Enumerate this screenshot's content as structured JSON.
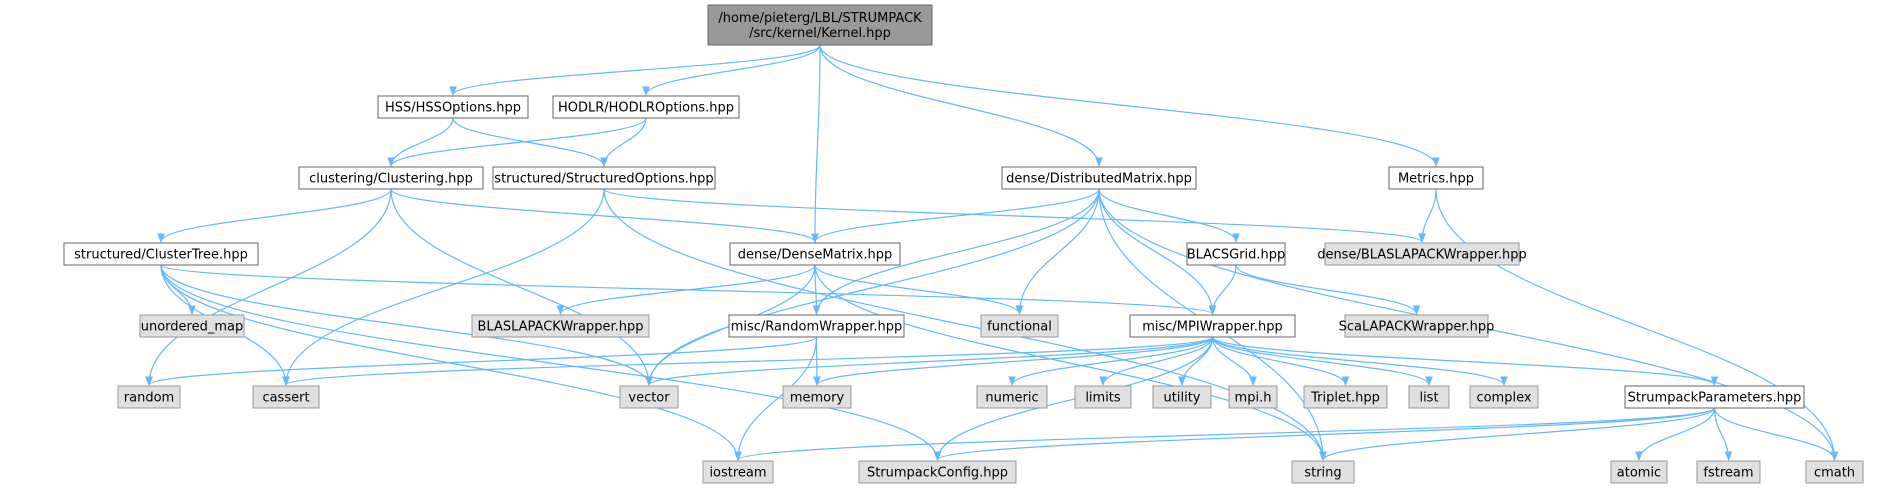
{
  "colors": {
    "edge": "#63b8ff",
    "root_fill": "#999999",
    "root_border": "#666666",
    "documented_fill": "#ffffff",
    "documented_border": "#666666",
    "external_fill": "#e0e0e0",
    "external_border": "#999999"
  },
  "graph": {
    "nodes": [
      {
        "id": "kernel",
        "lines": [
          "/home/pieterg/LBL/STRUMPACK",
          "/src/kernel/Kernel.hpp"
        ],
        "kind": "root"
      },
      {
        "id": "hssopts",
        "lines": [
          "HSS/HSSOptions.hpp"
        ],
        "kind": "documented"
      },
      {
        "id": "hodlropts",
        "lines": [
          "HODLR/HODLROptions.hpp"
        ],
        "kind": "documented"
      },
      {
        "id": "distmat",
        "lines": [
          "dense/DistributedMatrix.hpp"
        ],
        "kind": "documented"
      },
      {
        "id": "metrics",
        "lines": [
          "Metrics.hpp"
        ],
        "kind": "documented"
      },
      {
        "id": "clustering",
        "lines": [
          "clustering/Clustering.hpp"
        ],
        "kind": "documented"
      },
      {
        "id": "structopts",
        "lines": [
          "structured/StructuredOptions.hpp"
        ],
        "kind": "documented"
      },
      {
        "id": "densematrix",
        "lines": [
          "dense/DenseMatrix.hpp"
        ],
        "kind": "documented"
      },
      {
        "id": "blacsgrid",
        "lines": [
          "BLACSGrid.hpp"
        ],
        "kind": "documented"
      },
      {
        "id": "dblaslapack",
        "lines": [
          "dense/BLASLAPACKWrapper.hpp"
        ],
        "kind": "external"
      },
      {
        "id": "clustertree",
        "lines": [
          "structured/ClusterTree.hpp"
        ],
        "kind": "documented"
      },
      {
        "id": "unordered_map",
        "lines": [
          "unordered_map"
        ],
        "kind": "external"
      },
      {
        "id": "blaslapack",
        "lines": [
          "BLASLAPACKWrapper.hpp"
        ],
        "kind": "external"
      },
      {
        "id": "randomwrapper",
        "lines": [
          "misc/RandomWrapper.hpp"
        ],
        "kind": "documented"
      },
      {
        "id": "functional",
        "lines": [
          "functional"
        ],
        "kind": "external"
      },
      {
        "id": "mpiwrapper",
        "lines": [
          "misc/MPIWrapper.hpp"
        ],
        "kind": "documented"
      },
      {
        "id": "scalapack",
        "lines": [
          "ScaLAPACKWrapper.hpp"
        ],
        "kind": "external"
      },
      {
        "id": "random",
        "lines": [
          "random"
        ],
        "kind": "external"
      },
      {
        "id": "cassert",
        "lines": [
          "cassert"
        ],
        "kind": "external"
      },
      {
        "id": "vector",
        "lines": [
          "vector"
        ],
        "kind": "external"
      },
      {
        "id": "memory",
        "lines": [
          "memory"
        ],
        "kind": "external"
      },
      {
        "id": "numeric",
        "lines": [
          "numeric"
        ],
        "kind": "external"
      },
      {
        "id": "limits",
        "lines": [
          "limits"
        ],
        "kind": "external"
      },
      {
        "id": "utility",
        "lines": [
          "utility"
        ],
        "kind": "external"
      },
      {
        "id": "mpih",
        "lines": [
          "mpi.h"
        ],
        "kind": "external"
      },
      {
        "id": "triplet",
        "lines": [
          "Triplet.hpp"
        ],
        "kind": "external"
      },
      {
        "id": "list",
        "lines": [
          "list"
        ],
        "kind": "external"
      },
      {
        "id": "complex",
        "lines": [
          "complex"
        ],
        "kind": "external"
      },
      {
        "id": "strumpackparams",
        "lines": [
          "StrumpackParameters.hpp"
        ],
        "kind": "documented"
      },
      {
        "id": "iostream",
        "lines": [
          "iostream"
        ],
        "kind": "external"
      },
      {
        "id": "strumpackconfig",
        "lines": [
          "StrumpackConfig.hpp"
        ],
        "kind": "external"
      },
      {
        "id": "string",
        "lines": [
          "string"
        ],
        "kind": "external"
      },
      {
        "id": "atomic",
        "lines": [
          "atomic"
        ],
        "kind": "external"
      },
      {
        "id": "fstream",
        "lines": [
          "fstream"
        ],
        "kind": "external"
      },
      {
        "id": "cmath",
        "lines": [
          "cmath"
        ],
        "kind": "external"
      }
    ],
    "edges": [
      [
        "kernel",
        "hssopts"
      ],
      [
        "kernel",
        "hodlropts"
      ],
      [
        "kernel",
        "densematrix"
      ],
      [
        "kernel",
        "distmat"
      ],
      [
        "kernel",
        "metrics"
      ],
      [
        "hssopts",
        "clustering"
      ],
      [
        "hssopts",
        "structopts"
      ],
      [
        "hodlropts",
        "clustering"
      ],
      [
        "hodlropts",
        "structopts"
      ],
      [
        "clustering",
        "clustertree"
      ],
      [
        "clustering",
        "densematrix"
      ],
      [
        "clustering",
        "random"
      ],
      [
        "clustering",
        "vector"
      ],
      [
        "structopts",
        "cassert"
      ],
      [
        "structopts",
        "string"
      ],
      [
        "structopts",
        "dblaslapack"
      ],
      [
        "distmat",
        "densematrix"
      ],
      [
        "distmat",
        "randomwrapper"
      ],
      [
        "distmat",
        "functional"
      ],
      [
        "distmat",
        "blacsgrid"
      ],
      [
        "distmat",
        "mpiwrapper"
      ],
      [
        "distmat",
        "vector"
      ],
      [
        "distmat",
        "string"
      ],
      [
        "distmat",
        "cmath"
      ],
      [
        "metrics",
        "dblaslapack"
      ],
      [
        "metrics",
        "cmath"
      ],
      [
        "clustertree",
        "unordered_map"
      ],
      [
        "clustertree",
        "cassert"
      ],
      [
        "clustertree",
        "vector"
      ],
      [
        "clustertree",
        "iostream"
      ],
      [
        "clustertree",
        "strumpackconfig"
      ],
      [
        "clustertree",
        "mpiwrapper"
      ],
      [
        "densematrix",
        "blaslapack"
      ],
      [
        "densematrix",
        "randomwrapper"
      ],
      [
        "densematrix",
        "functional"
      ],
      [
        "densematrix",
        "vector"
      ],
      [
        "densematrix",
        "string"
      ],
      [
        "blacsgrid",
        "mpiwrapper"
      ],
      [
        "blacsgrid",
        "scalapack"
      ],
      [
        "randomwrapper",
        "random"
      ],
      [
        "randomwrapper",
        "memory"
      ],
      [
        "randomwrapper",
        "iostream"
      ],
      [
        "mpiwrapper",
        "cassert"
      ],
      [
        "mpiwrapper",
        "vector"
      ],
      [
        "mpiwrapper",
        "memory"
      ],
      [
        "mpiwrapper",
        "numeric"
      ],
      [
        "mpiwrapper",
        "limits"
      ],
      [
        "mpiwrapper",
        "utility"
      ],
      [
        "mpiwrapper",
        "mpih"
      ],
      [
        "mpiwrapper",
        "triplet"
      ],
      [
        "mpiwrapper",
        "list"
      ],
      [
        "mpiwrapper",
        "complex"
      ],
      [
        "mpiwrapper",
        "strumpackparams"
      ],
      [
        "mpiwrapper",
        "strumpackconfig"
      ],
      [
        "strumpackparams",
        "iostream"
      ],
      [
        "strumpackparams",
        "strumpackconfig"
      ],
      [
        "strumpackparams",
        "string"
      ],
      [
        "strumpackparams",
        "atomic"
      ],
      [
        "strumpackparams",
        "fstream"
      ],
      [
        "strumpackparams",
        "cmath"
      ]
    ]
  }
}
